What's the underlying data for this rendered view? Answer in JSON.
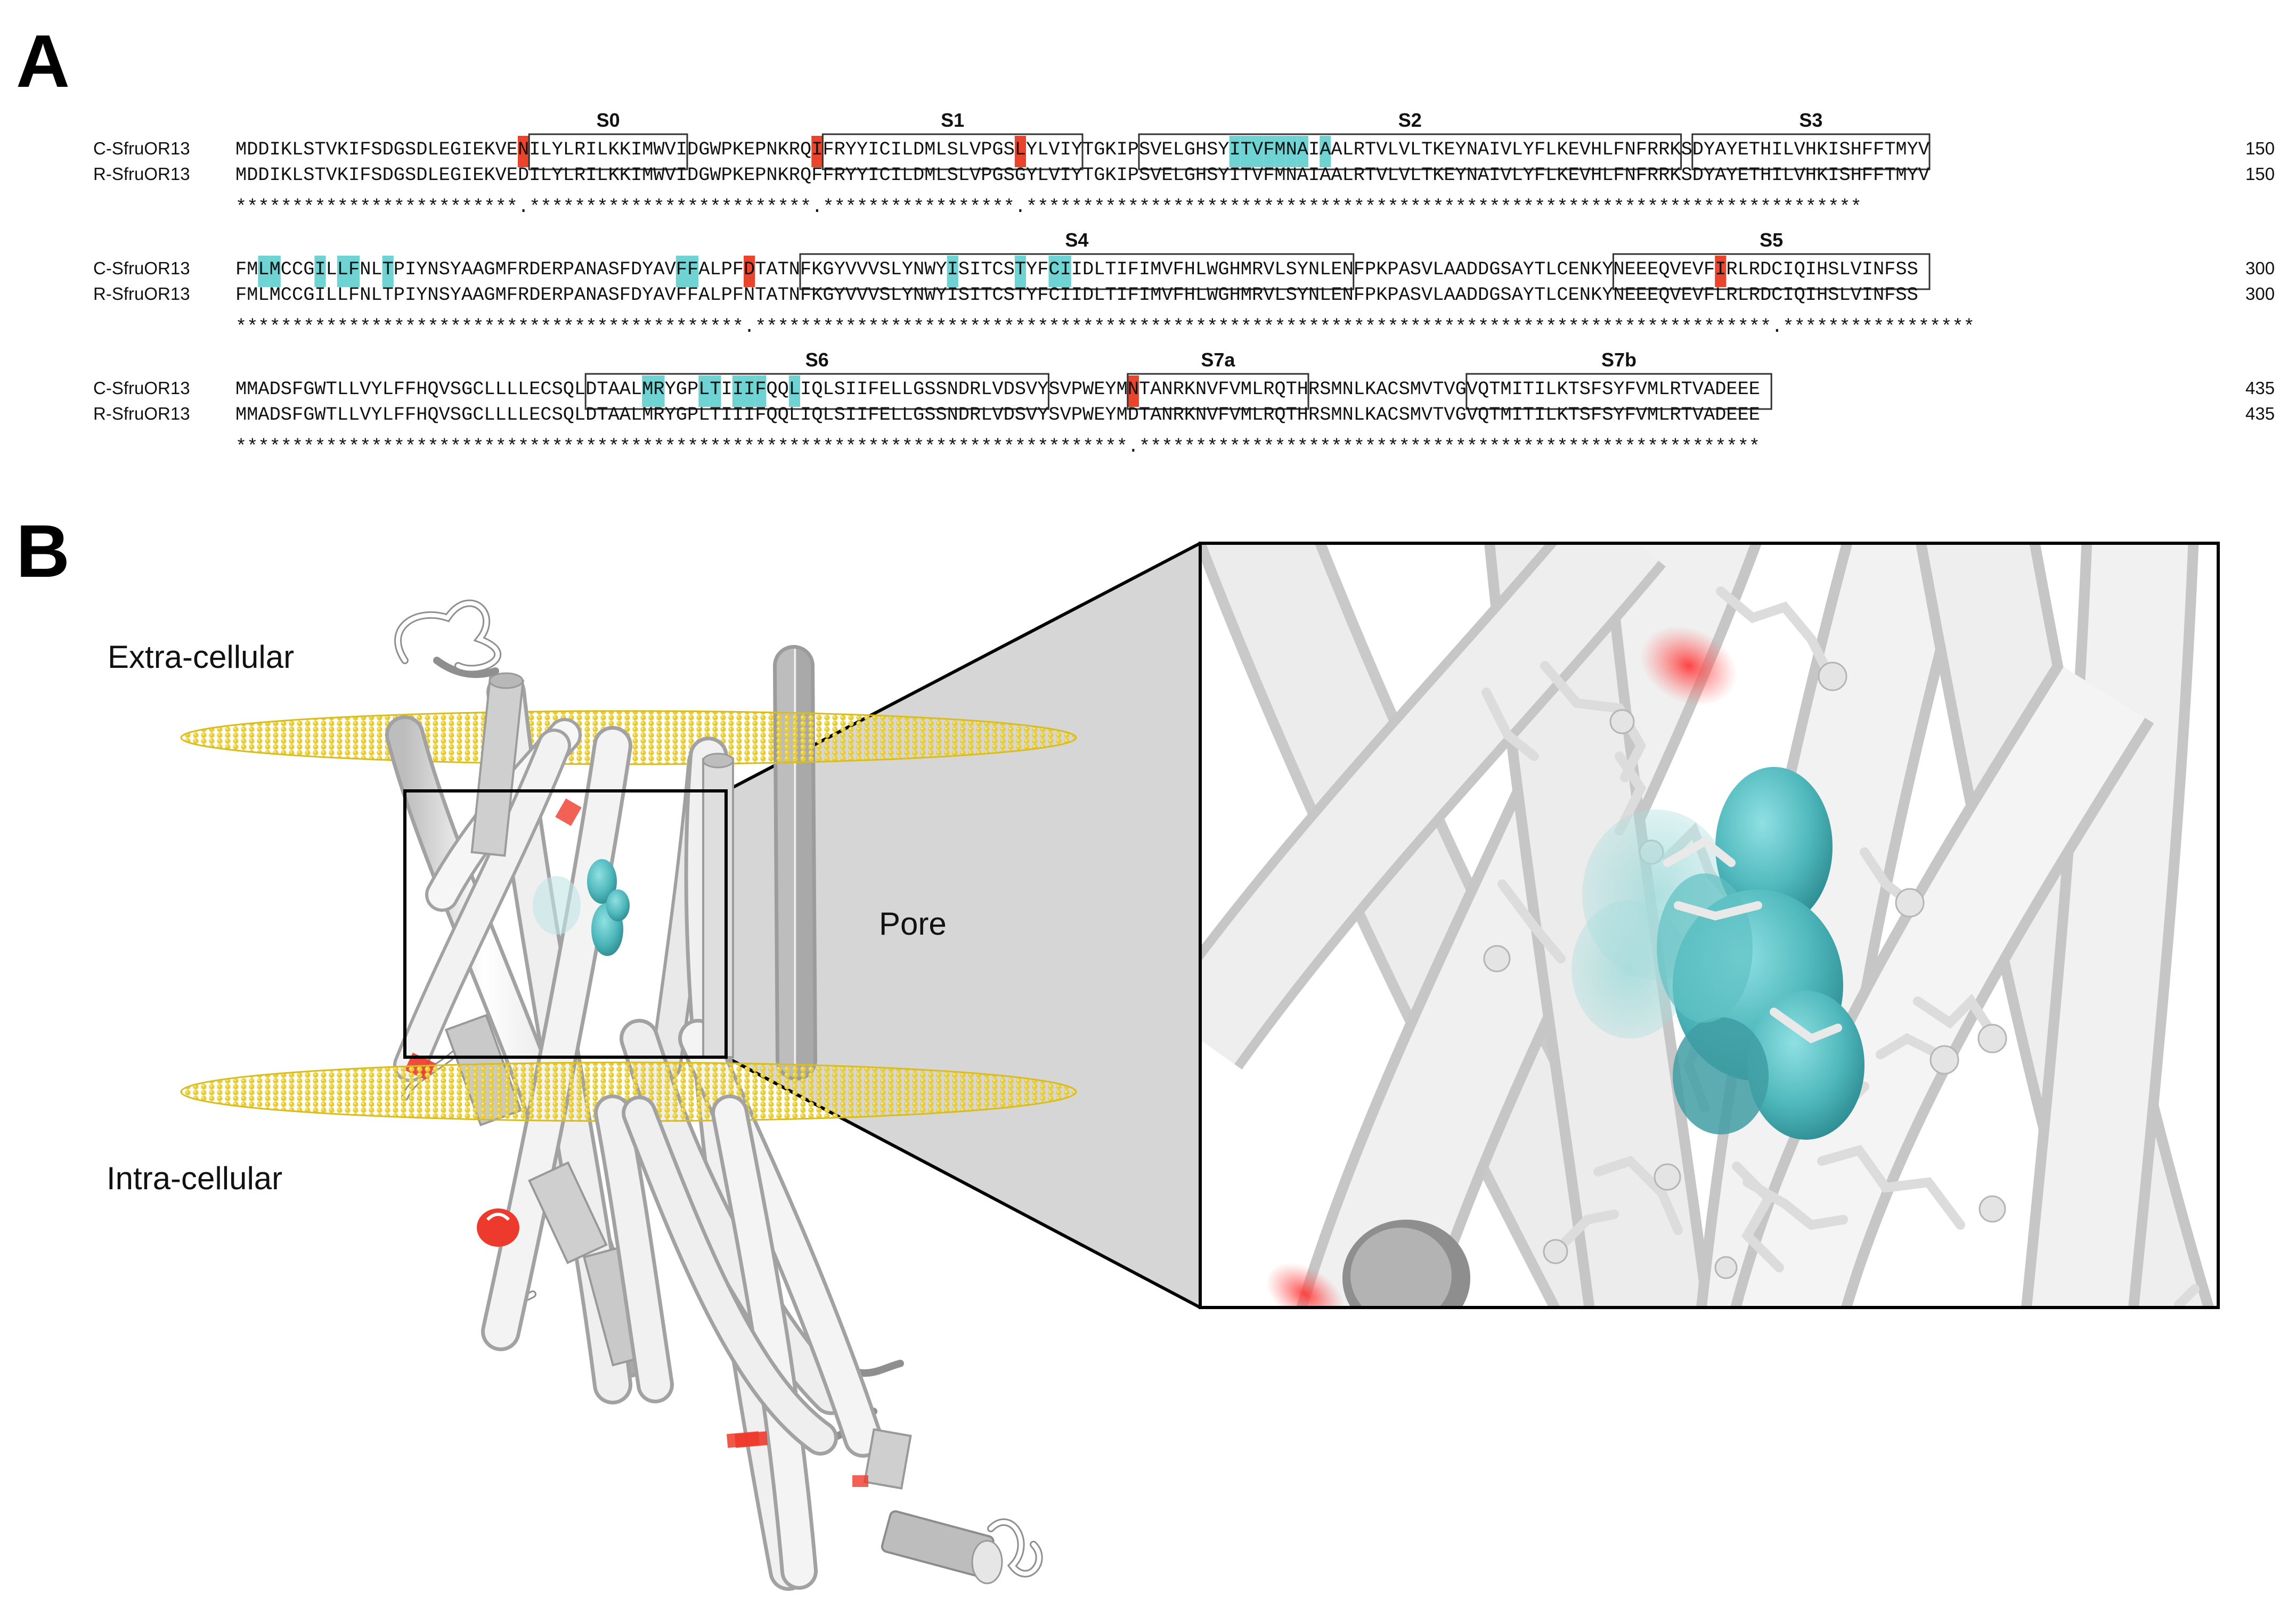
{
  "figure": {
    "panel_a_label": "A",
    "panel_b_label": "B"
  },
  "alignment": {
    "seq_names": [
      "C-SfruOR13",
      "R-SfruOR13"
    ],
    "blocks": [
      {
        "seq1": "MDDIKLSTVKIFSDGSDLEGIEKVENILYLRILKKIMWVIDGWPKEPNKRQIFRYYICILDMLSLVPGSLYLVIYTGKIPSVELGHSYITVFMNAIAALRTVLVLTKEYNAIVLYFLKEVHLFNFRRKSDYAYETHILVHKISHFFTMYV",
        "seq2": "MDDIKLSTVKIFSDGSDLEGIEKVEDILYLRILKKIMWVIDGWPKEPNKRQFFRYYICILDMLSLVPGSGYLVIYTGKIPSVELGHSYITVFMNAIAALRTVLVLTKEYNAIVLYFLKEVHLFNFRRKSDYAYETHILVHKISHFFTMYV",
        "conservation": "*************************.*************************.*****************.**************************************************************************",
        "end": "150"
      },
      {
        "seq1": "FMLMCCGILLFNLTPIYNSYAAGMFRDERPANASFDYAVFFALPFDTATNFKGYVVVSLYNWYISITCSTYFCIIDLTIFIMVFHLWGHMRVLSYNLENFPKPASVLAADDGSAYTLCENKYNEEEQVEVFIRLRDCIQIHSLVINFSS",
        "seq2": "FMLMCCGILLFNLTPIYNSYAAGMFRDERPANASFDYAVFFALPFNTATNFKGYVVVSLYNWYISITCSTYFCIIDLTIFIMVFHLWGHMRVLSYNLENFPKPASVLAADDGSAYTLCENKYNEEEQVEVFLRLRDCIQIHSLVINFSS",
        "conservation": "*********************************************.******************************************************************************************.*****************",
        "end": "300"
      },
      {
        "seq1": "MMADSFGWTLLVYLFFHQVSGCLLLLECSQLDTAALMRYGPLTIIIFQQLIQLSIIFELLGSSNDRLVDSVYSVPWEYMNTANRKNVFVMLRQTHRSMNLKACSMVTVGVQTMITILKTSFSYFVMLRTVADEEE",
        "seq2": "MMADSFGWTLLVYLFFHQVSGCLLLLECSQLDTAALMRYGPLTIIIFQQLIQLSIIFELLGSSNDRLVDSVYSVPWEYMDTANRKNVFVMLRQTHRSMNLKACSMVTVGVQTMITILKTSFSYFVMLRTVADEEE",
        "conservation": "*******************************************************************************.*******************************************************",
        "end": "435"
      }
    ],
    "segments": [
      {
        "name": "S0",
        "block": 0,
        "start": 26,
        "end": 40
      },
      {
        "name": "S1",
        "block": 0,
        "start": 52,
        "end": 75
      },
      {
        "name": "S2",
        "block": 0,
        "start": 80,
        "end": 128
      },
      {
        "name": "S3",
        "block": 0,
        "start": 129,
        "end": 150
      },
      {
        "name": "S4",
        "block": 1,
        "start": 50,
        "end": 99
      },
      {
        "name": "S5",
        "block": 1,
        "start": 122,
        "end": 150
      },
      {
        "name": "S6",
        "block": 2,
        "start": 31,
        "end": 72
      },
      {
        "name": "S7a",
        "block": 2,
        "start": 79,
        "end": 95
      },
      {
        "name": "S7b",
        "block": 2,
        "start": 109,
        "end": 136
      }
    ],
    "red_positions": [
      [
        0,
        25
      ],
      [
        0,
        51
      ],
      [
        0,
        69
      ],
      [
        1,
        45
      ],
      [
        1,
        131
      ],
      [
        2,
        79
      ]
    ],
    "cyan_positions": [
      [
        0,
        88
      ],
      [
        0,
        89
      ],
      [
        0,
        90
      ],
      [
        0,
        91
      ],
      [
        0,
        92
      ],
      [
        0,
        93
      ],
      [
        0,
        94
      ],
      [
        0,
        96
      ],
      [
        1,
        2
      ],
      [
        1,
        3
      ],
      [
        1,
        7
      ],
      [
        1,
        9
      ],
      [
        1,
        10
      ],
      [
        1,
        13
      ],
      [
        1,
        39
      ],
      [
        1,
        40
      ],
      [
        1,
        63
      ],
      [
        1,
        69
      ],
      [
        1,
        72
      ],
      [
        1,
        73
      ],
      [
        2,
        36
      ],
      [
        2,
        37
      ],
      [
        2,
        41
      ],
      [
        2,
        42
      ],
      [
        2,
        44
      ],
      [
        2,
        45
      ],
      [
        2,
        46
      ],
      [
        2,
        49
      ]
    ],
    "colors": {
      "red": "#e8452c",
      "cyan": "#6fd3d3"
    }
  },
  "structure": {
    "extracellular_label": "Extra-cellular",
    "intracellular_label": "Intra-cellular",
    "pore_label": "Pore",
    "colors": {
      "membrane": "#e7cc36",
      "ligand": "#4fb8bc",
      "helix": "#e4e4e4",
      "mutation": "#ee3a2c"
    }
  }
}
